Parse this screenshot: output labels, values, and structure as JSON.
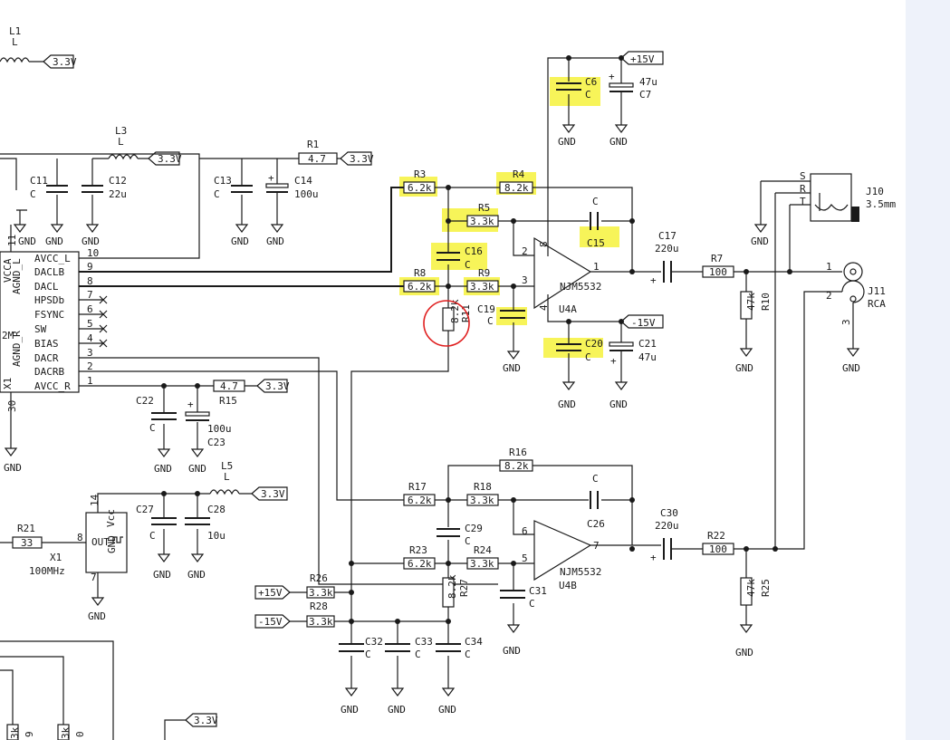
{
  "colors": {
    "highlight": "#f6f23c",
    "annotation_circle": "#e02020",
    "wire": "#1a1a1a",
    "side_panel": "#eef2fa"
  },
  "power": {
    "v33": "3.3V",
    "p15": "+15V",
    "n15": "-15V",
    "gnd": "GND"
  },
  "ic_dac": {
    "pins_left": [
      {
        "num": "10",
        "name": "AVCC_L"
      },
      {
        "num": "9",
        "name": "DACLB"
      },
      {
        "num": "8",
        "name": "DACL"
      },
      {
        "num": "7",
        "name": "HPSDb"
      },
      {
        "num": "6",
        "name": "FSYNC"
      },
      {
        "num": "5",
        "name": "SW"
      },
      {
        "num": "4",
        "name": "BIAS"
      },
      {
        "num": "3",
        "name": "DACR"
      },
      {
        "num": "2",
        "name": "DACRB"
      },
      {
        "num": "1",
        "name": "AVCC_R"
      }
    ],
    "rot_labels": [
      "VCCA",
      "AGND_L",
      "AGND_R",
      "X1"
    ],
    "pin11": "11",
    "pin30": "30",
    "partial": "2M"
  },
  "components": {
    "L1": {
      "ref": "L1",
      "val": "L"
    },
    "L3": {
      "ref": "L3",
      "val": "L"
    },
    "L5": {
      "ref": "L5",
      "val": "L"
    },
    "R1": {
      "ref": "R1",
      "val": "4.7"
    },
    "R15": {
      "ref": "R15",
      "val": "4.7"
    },
    "C11": {
      "ref": "C11",
      "val": "C"
    },
    "C12": {
      "ref": "C12",
      "val": "22u"
    },
    "C13": {
      "ref": "C13",
      "val": "C"
    },
    "C14": {
      "ref": "C14",
      "val": "100u"
    },
    "C22": {
      "ref": "C22",
      "val": "C"
    },
    "C23": {
      "ref": "C23",
      "val": "100u"
    },
    "C27": {
      "ref": "C27",
      "val": "C"
    },
    "C28": {
      "ref": "C28",
      "val": "10u"
    },
    "R3": {
      "ref": "R3",
      "val": "6.2k"
    },
    "R4": {
      "ref": "R4",
      "val": "8.2k"
    },
    "R5": {
      "ref": "R5",
      "val": "3.3k"
    },
    "C15": {
      "ref": "C15",
      "val": "C"
    },
    "C16": {
      "ref": "C16",
      "val": "C"
    },
    "R8": {
      "ref": "R8",
      "val": "6.2k"
    },
    "R9": {
      "ref": "R9",
      "val": "3.3k"
    },
    "R11": {
      "ref": "R11",
      "val": "8.2k"
    },
    "C19": {
      "ref": "C19",
      "val": "C"
    },
    "C6": {
      "ref": "C6",
      "val": "C"
    },
    "C7": {
      "ref": "C7",
      "val": "47u"
    },
    "C20": {
      "ref": "C20",
      "val": "C"
    },
    "C21": {
      "ref": "C21",
      "val": "47u"
    },
    "U4A": {
      "ref": "U4A",
      "val": "NJM5532"
    },
    "U4B": {
      "ref": "U4B",
      "val": "NJM5532"
    },
    "C17": {
      "ref": "C17",
      "val": "220u"
    },
    "R7": {
      "ref": "R7",
      "val": "100"
    },
    "R10": {
      "ref": "R10",
      "val": "47k"
    },
    "J10": {
      "ref": "J10",
      "val": "3.5mm"
    },
    "J11": {
      "ref": "J11",
      "val": "RCA"
    },
    "R16": {
      "ref": "R16",
      "val": "8.2k"
    },
    "R17": {
      "ref": "R17",
      "val": "6.2k"
    },
    "R18": {
      "ref": "R18",
      "val": "3.3k"
    },
    "C26": {
      "ref": "C26",
      "val": "C"
    },
    "C29": {
      "ref": "C29",
      "val": "C"
    },
    "R23": {
      "ref": "R23",
      "val": "6.2k"
    },
    "R24": {
      "ref": "R24",
      "val": "3.3k"
    },
    "R27": {
      "ref": "R27",
      "val": "8.2k"
    },
    "C31": {
      "ref": "C31",
      "val": "C"
    },
    "C30": {
      "ref": "C30",
      "val": "220u"
    },
    "R22": {
      "ref": "R22",
      "val": "100"
    },
    "R25": {
      "ref": "R25",
      "val": "47k"
    },
    "R26": {
      "ref": "R26",
      "val": "3.3k"
    },
    "R28": {
      "ref": "R28",
      "val": "3.3k"
    },
    "C32": {
      "ref": "C32",
      "val": "C"
    },
    "C33": {
      "ref": "C33",
      "val": "C"
    },
    "C34": {
      "ref": "C34",
      "val": "C"
    },
    "R21": {
      "ref": "R21",
      "val": "33"
    },
    "X1": {
      "ref": "X1",
      "val": "100MHz"
    }
  },
  "osc": {
    "out": "OUT",
    "vcc": "Vcc",
    "gnd": "GND",
    "pin14": "14",
    "pin8": "8",
    "pin7": "7"
  },
  "jack": {
    "s": "S",
    "r": "R",
    "t": "T"
  },
  "opamp_pins": {
    "u4a_in_neg": "2",
    "u4a_in_pos": "3",
    "u4a_out": "1",
    "u4a_vp": "8",
    "u4a_vn": "4",
    "u4b_in_neg": "6",
    "u4b_in_pos": "5",
    "u4b_out": "7"
  },
  "rca_pins": {
    "p1": "1",
    "p2": "2",
    "p3": "3"
  },
  "polarity": "+",
  "bottom_parts": {
    "left_a": "3k",
    "left_b": "9",
    "right_a": "3k",
    "right_b": "0"
  }
}
